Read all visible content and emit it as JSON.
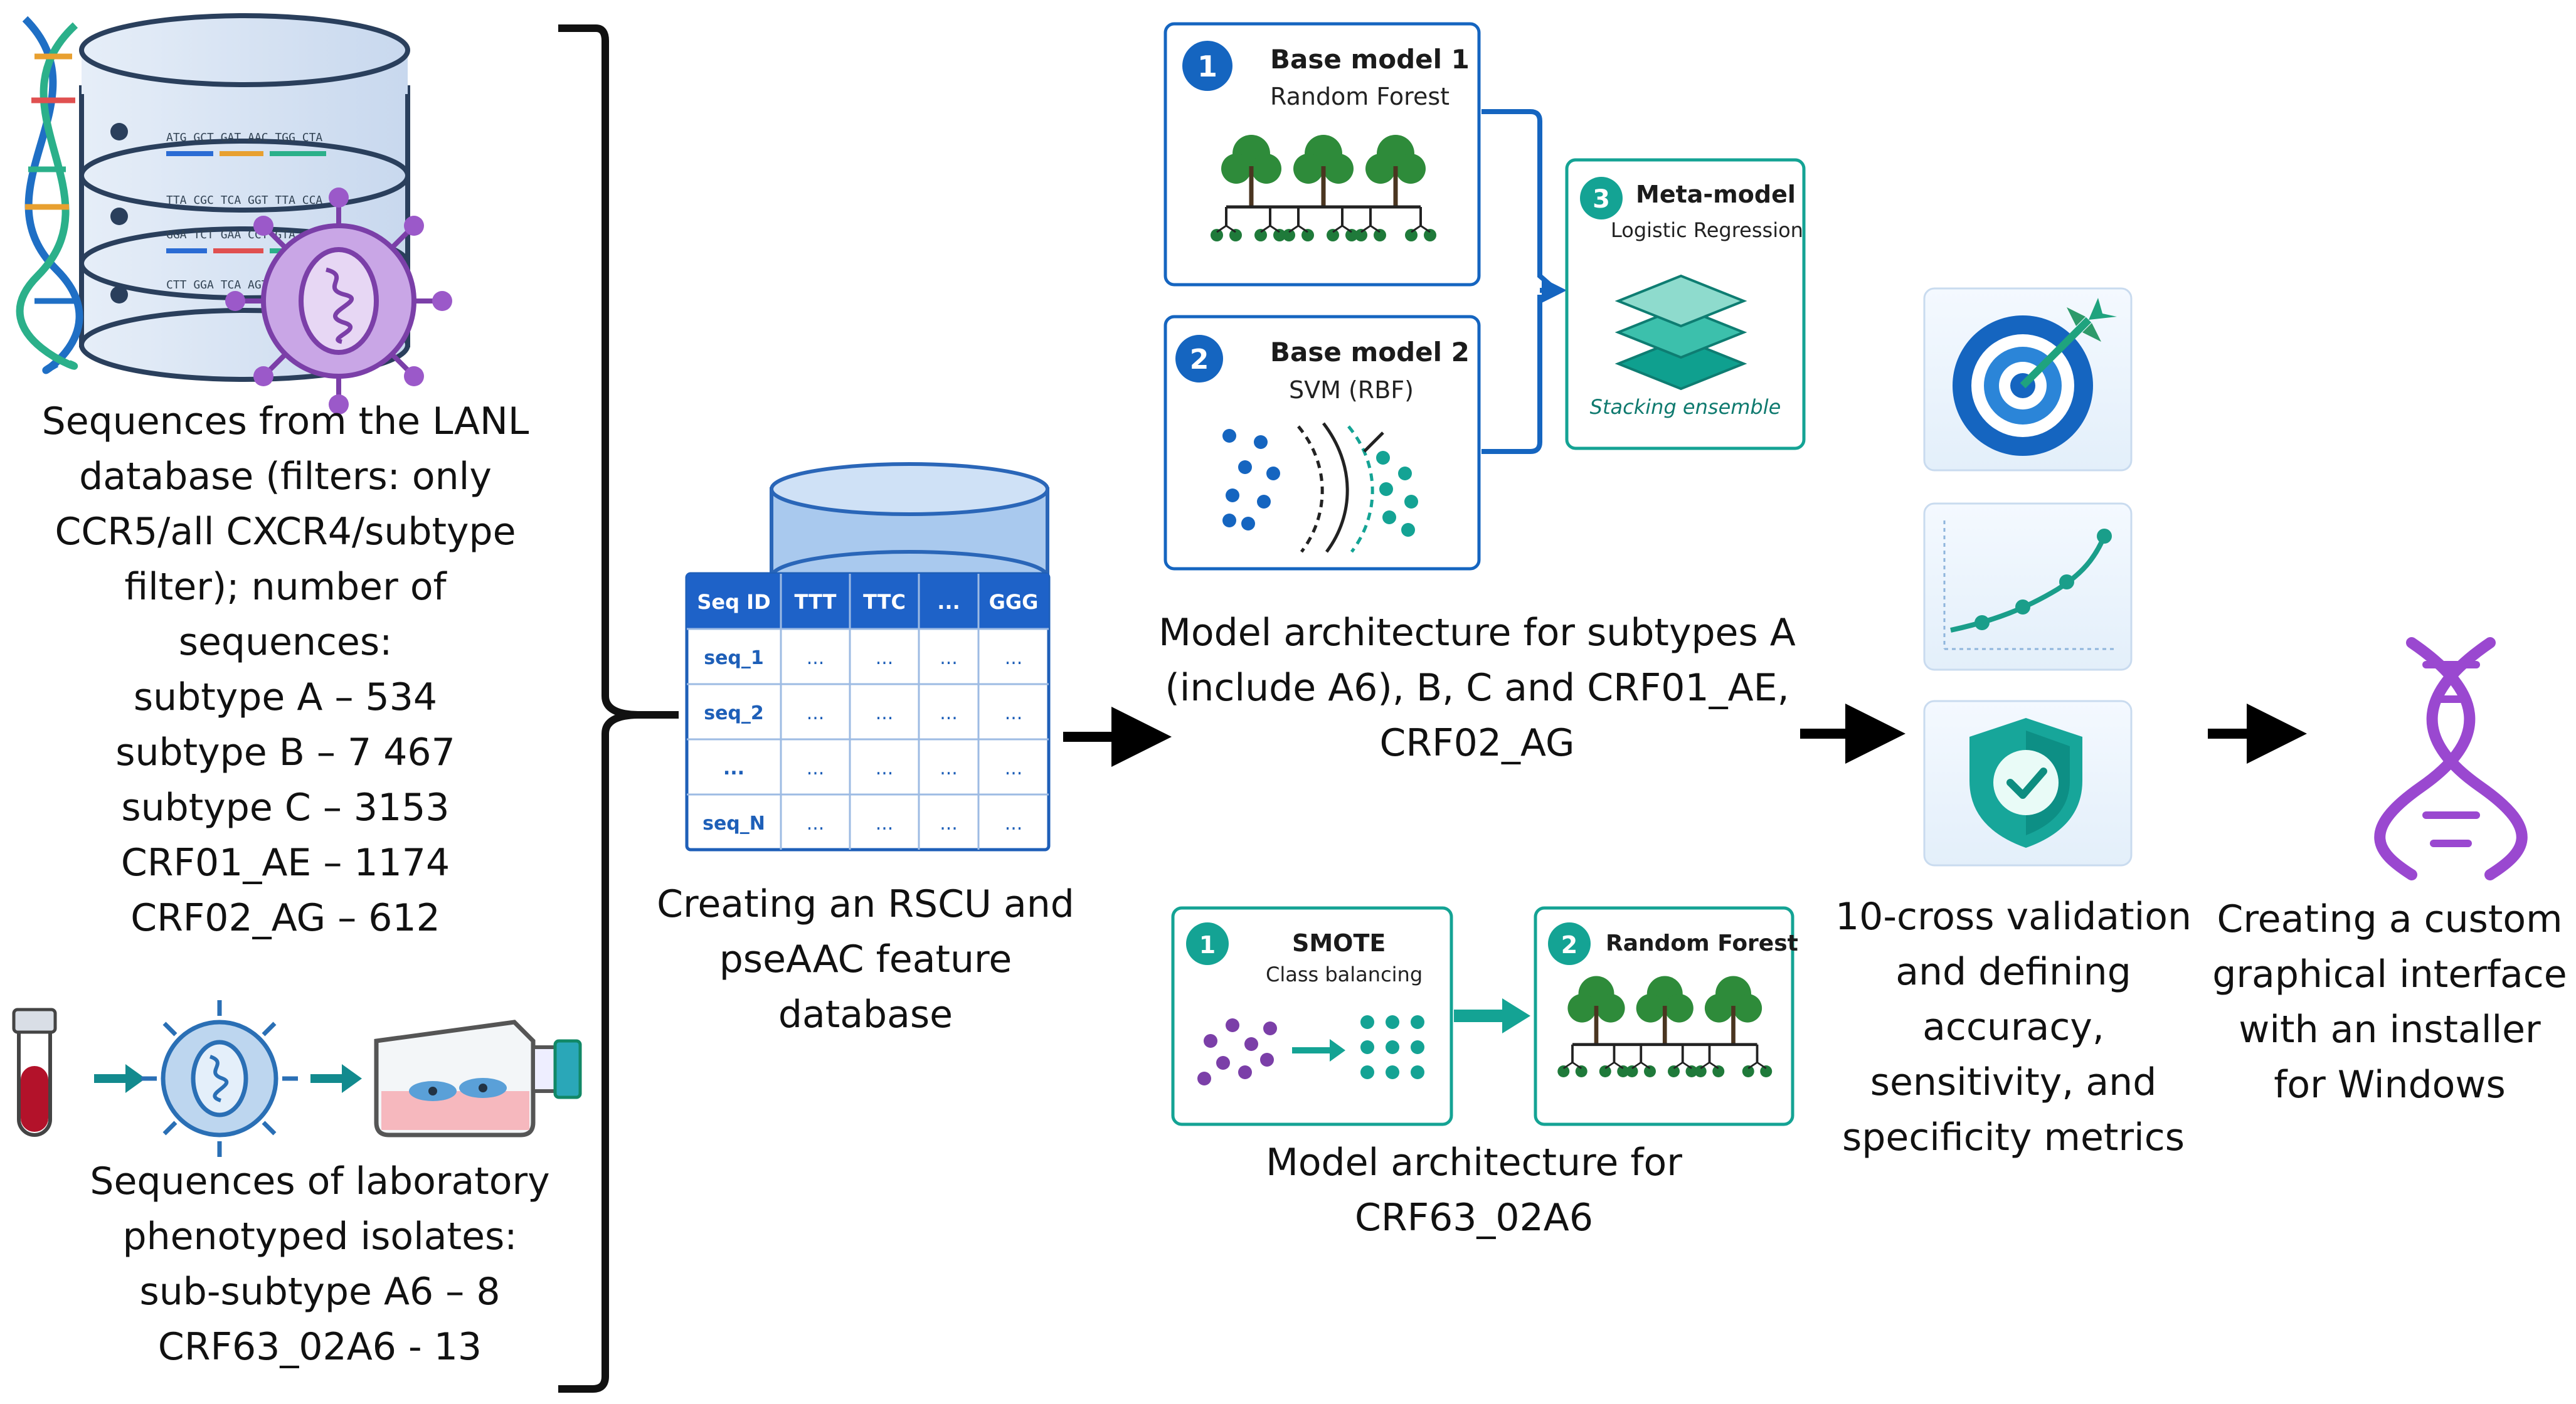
{
  "sources": {
    "lanl_lines": [
      "Sequences from the LANL",
      "database (filters: only",
      "CCR5/all CXCR4/subtype",
      "filter); number of",
      "sequences:",
      "subtype A – 534",
      "subtype B – 7 467",
      "subtype C – 3153",
      "CRF01_AE – 1174",
      "CRF02_AG – 612"
    ],
    "lab_lines": [
      "Sequences of laboratory",
      "phenotyped isolates:",
      "sub-subtype A6 – 8",
      "CRF63_02A6 - 13"
    ],
    "dna_snippets": [
      "ATG GCT GAT AAC TGG CTA",
      "TTA CGC TCA GGT TTA CCA",
      "GGA TCT GAA CCT GTA GAA",
      "CTT GGA TCA AGT"
    ]
  },
  "feature_db": {
    "headers": [
      "Seq ID",
      "TTT",
      "TTC",
      "...",
      "GGG"
    ],
    "rows": [
      [
        "seq_1",
        "...",
        "...",
        "...",
        "..."
      ],
      [
        "seq_2",
        "...",
        "...",
        "...",
        "..."
      ],
      [
        "...",
        "...",
        "...",
        "...",
        "..."
      ],
      [
        "seq_N",
        "...",
        "...",
        "...",
        "..."
      ]
    ],
    "caption_lines": [
      "Creating an RSCU and",
      "pseAAC feature",
      "database"
    ]
  },
  "arch_main": {
    "base1": {
      "num": "1",
      "title": "Base model 1",
      "subtitle": "Random Forest"
    },
    "base2": {
      "num": "2",
      "title": "Base model 2",
      "subtitle": "SVM (RBF)"
    },
    "meta": {
      "num": "3",
      "title": "Meta-model",
      "subtitle": "Logistic Regression",
      "caption": "Stacking ensemble"
    },
    "caption_lines": [
      "Model architecture for subtypes A",
      "(include A6), B, C and CRF01_AE,",
      "CRF02_AG"
    ]
  },
  "arch_crf63": {
    "smote": {
      "num": "1",
      "title": "SMOTE",
      "subtitle": "Class balancing"
    },
    "rf": {
      "num": "2",
      "title": "Random Forest"
    },
    "caption_lines": [
      "Model architecture for",
      "CRF63_02A6"
    ]
  },
  "validation": {
    "caption_lines": [
      "10-cross validation",
      "and defining",
      "accuracy,",
      "sensitivity, and",
      "specificity metrics"
    ]
  },
  "gui": {
    "caption_lines": [
      "Creating a custom",
      "graphical interface",
      "with an installer",
      "for Windows"
    ]
  },
  "colors": {
    "blue": "#1565c0",
    "teal": "#14a394",
    "green": "#2e8b3a",
    "purple": "#8e3fbf",
    "red": "#b3122a"
  }
}
